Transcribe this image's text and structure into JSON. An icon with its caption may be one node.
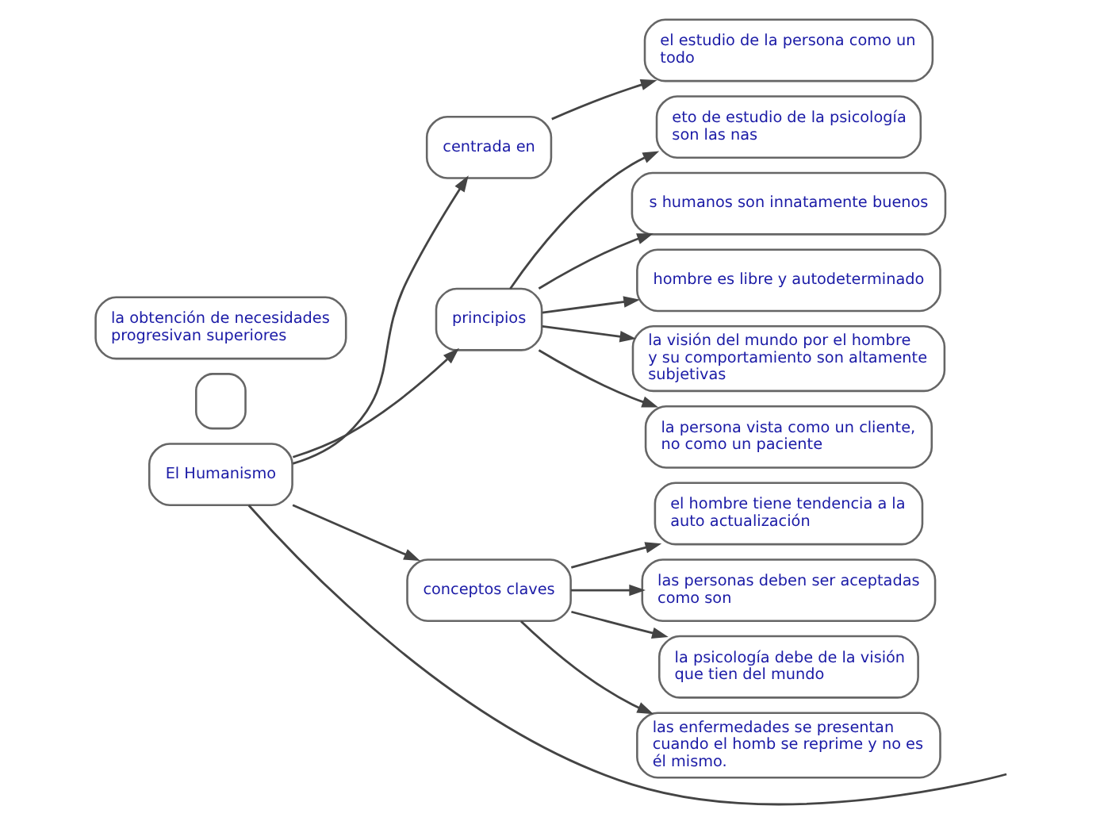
{
  "diagram": {
    "nodes": [
      {
        "text": [
          "El Humanismo"
        ]
      },
      {
        "text": [
          "centrada en"
        ]
      },
      {
        "text": [
          "el estudio de la persona como un todo"
        ]
      },
      {
        "text": [
          "principios"
        ]
      },
      {
        "text": [
          "eto de estudio de la psicología son las nas"
        ]
      },
      {
        "text": [
          "s humanos son innatamente buenos"
        ]
      },
      {
        "text": [
          "hombre es libre y autodeterminado"
        ]
      },
      {
        "text": [
          "la visión del mundo por el hombre y su comportamiento son altamente subjetivas"
        ]
      },
      {
        "text": [
          "la persona vista como un cliente, no como un paciente"
        ]
      },
      {
        "text": [
          "conceptos claves"
        ]
      },
      {
        "text": [
          "el hombre tiene tendencia a la auto actualización"
        ]
      },
      {
        "text": [
          "las personas deben ser aceptadas como son"
        ]
      },
      {
        "text": [
          "la psicología debe de la visión que tien del mundo"
        ]
      },
      {
        "text": [
          "las enfermedades se presentan cuando el homb se reprime y no es él mismo."
        ]
      },
      {
        "text": [],
        "shape": "box"
      },
      {
        "text": [
          "la obtención de necesidades progresivan superiores"
        ]
      }
    ],
    "edges": [
      {
        "from": 0,
        "to": 1,
        "arrow": "to"
      },
      {
        "from": 1,
        "to": 2,
        "arrow": "to"
      },
      {
        "from": 0,
        "to": 3,
        "arrow": "to"
      },
      {
        "from": 0,
        "to": 9,
        "arrow": "to"
      },
      {
        "from": 0,
        "to": null,
        "arrow": "none"
      },
      {
        "from": 3,
        "to": 4,
        "arrow": "to"
      },
      {
        "from": 3,
        "to": 5,
        "arrow": "to"
      },
      {
        "from": 3,
        "to": 6,
        "arrow": "to"
      },
      {
        "from": 3,
        "to": 7,
        "arrow": "to"
      },
      {
        "from": 3,
        "to": 8,
        "arrow": "to"
      },
      {
        "from": 9,
        "to": 10,
        "arrow": "to"
      },
      {
        "from": 9,
        "to": 11,
        "arrow": "to"
      },
      {
        "from": 9,
        "to": 12,
        "arrow": "to"
      },
      {
        "from": 9,
        "to": 13,
        "arrow": "to"
      }
    ]
  }
}
